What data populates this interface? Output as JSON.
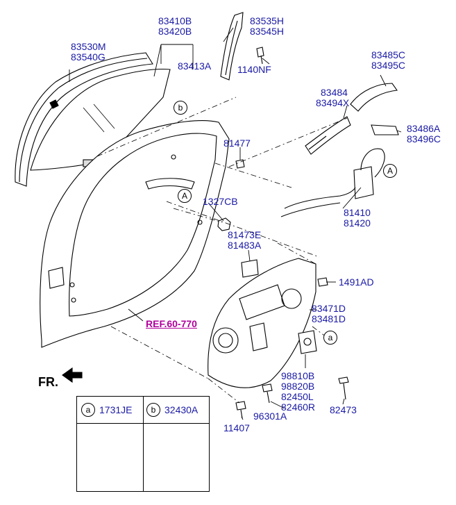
{
  "labels": {
    "l_83530M": "83530M",
    "l_83540G": "83540G",
    "l_83410B": "83410B",
    "l_83420B": "83420B",
    "l_83413A": "83413A",
    "l_83535H": "83535H",
    "l_83545H": "83545H",
    "l_1140NF": "1140NF",
    "l_83485C": "83485C",
    "l_83495C": "83495C",
    "l_83484": "83484",
    "l_83494X": "83494X",
    "l_83486A": "83486A",
    "l_83496C": "83496C",
    "l_81477": "81477",
    "l_1327CB": "1327CB",
    "l_81410": "81410",
    "l_81420": "81420",
    "l_81473E": "81473E",
    "l_81483A": "81483A",
    "l_1491AD": "1491AD",
    "l_83471D": "83471D",
    "l_83481D": "83481D",
    "l_98810B": "98810B",
    "l_98820B": "98820B",
    "l_82450L": "82450L",
    "l_82460R": "82460R",
    "l_82473": "82473",
    "l_96301A": "96301A",
    "l_11407": "11407"
  },
  "callouts": {
    "a": "a",
    "b": "b",
    "A": "A"
  },
  "reference": "REF.60-770",
  "front_marker": "FR.",
  "legend": {
    "a_letter": "a",
    "a_code": "1731JE",
    "b_letter": "b",
    "b_code": "32430A"
  },
  "colors": {
    "label_text": "#1a1aa6",
    "reference_text": "#b0009c",
    "line_art": "#000000"
  }
}
